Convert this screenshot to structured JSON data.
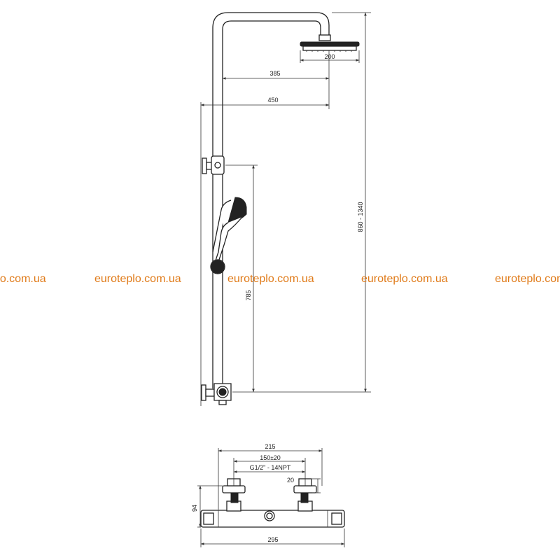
{
  "dimensions": {
    "head_diameter": "200",
    "arm_reach": "385",
    "bracket_reach": "450",
    "total_height": "860 - 1340",
    "hand_shower_height": "785",
    "mixer_width": "215",
    "connection_spacing": "150",
    "connection_tolerance": "±",
    "connection_tolerance_value": "20",
    "thread": "G1/2\" - 14NPT",
    "nut_height": "20",
    "mixer_depth": "94",
    "mixer_length": "295"
  },
  "watermark": {
    "text": "euroteplo.com.ua",
    "color": "#e07b1a"
  }
}
